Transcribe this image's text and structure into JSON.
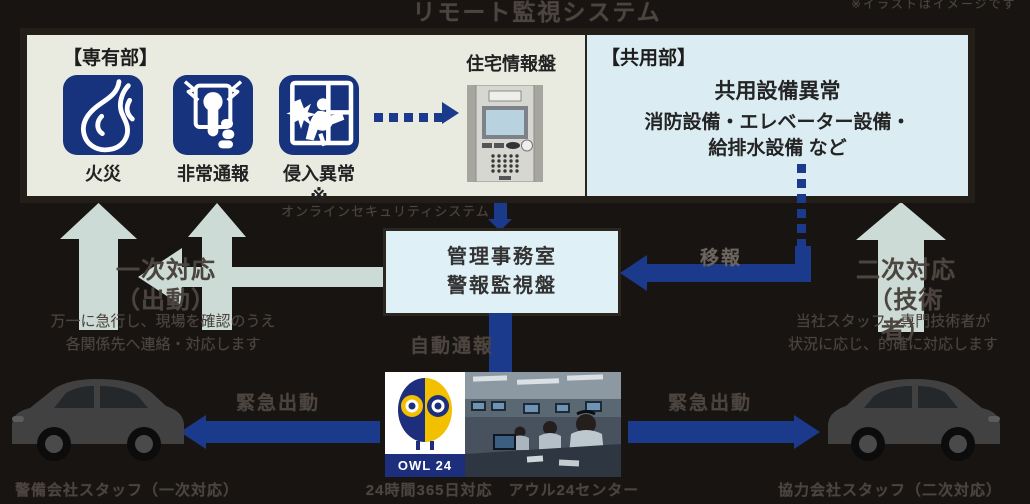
{
  "title": "リモート監視システム",
  "note_top_right": "※イラストはイメージです",
  "building": {
    "private": {
      "label": "【専有部】",
      "icons": [
        {
          "name": "fire",
          "label": "火災"
        },
        {
          "name": "emergency-call",
          "label": "非常通報"
        },
        {
          "name": "intrusion",
          "label": "侵入異常※"
        }
      ],
      "panel_label": "住宅情報盤"
    },
    "common": {
      "label": "【共用部】",
      "heading": "共用設備異常",
      "line1": "消防設備・エレベーター設備・",
      "line2": "給排水設備 など"
    }
  },
  "network_note": "オンラインセキュリティシステム",
  "mgmt_box": {
    "line1": "管理事務室",
    "line2": "警報監視盤"
  },
  "labels": {
    "transfer": "移報",
    "auto_report": "自動通報",
    "dispatch_left": "緊急出動",
    "dispatch_right": "緊急出動"
  },
  "left_unit": {
    "role_line1": "一次対応",
    "role_line2": "（出動）",
    "desc_line1": "万一に急行し、現場を確認のうえ",
    "desc_line2": "各関係先へ連絡・対応します",
    "caption": "警備会社スタッフ（一次対応）"
  },
  "right_unit": {
    "role_line1": "二次対応",
    "role_line2": "（技術者）",
    "desc_line1": "当社スタッフ、専門技術者が",
    "desc_line2": "状況に応じ、的確に対応します",
    "caption": "協力会社スタッフ（二次対応）"
  },
  "center": {
    "owl_label": "OWL 24",
    "caption": "24時間365日対応　アウル24センター"
  },
  "colors": {
    "arrow_navy": "#1c3a8c",
    "icon_navy": "#17337d",
    "private_bg": "#e9ebe0",
    "common_bg": "#dbedf3",
    "mgmt_bg": "#dff0f7",
    "owl_navy": "#1d2f7c",
    "owl_yellow": "#f3c000",
    "pale_arrow": "#ccdbd6"
  }
}
